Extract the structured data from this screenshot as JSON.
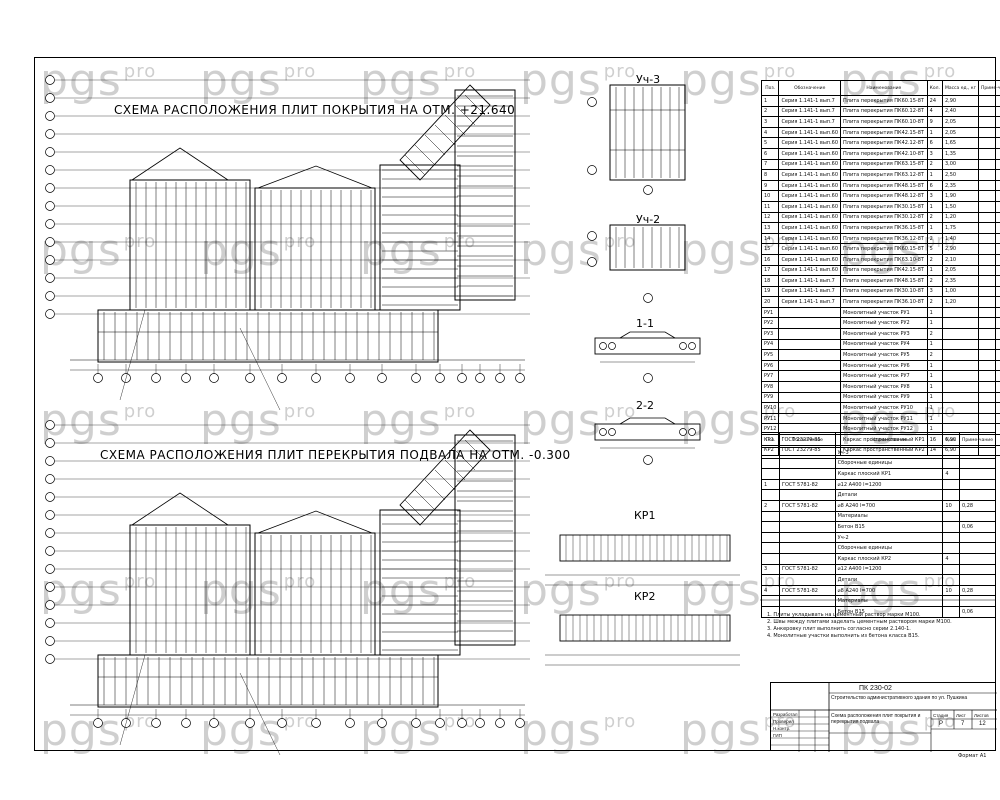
{
  "titles": {
    "roof_plan": "СХЕМА РАСПОЛОЖЕНИЯ ПЛИТ ПОКРЫТИЯ НА ОТМ. +21.640",
    "basement_plan": "СХЕМА РАСПОЛОЖЕНИЯ ПЛИТ ПЕРЕКРЫТИЯ ПОДВАЛА НА ОТМ. -0.300"
  },
  "detail_labels": {
    "uch3": "Уч-3",
    "uch2": "Уч-2",
    "section11": "1-1",
    "section22": "2-2",
    "kr1": "КР1",
    "kr2": "КР2"
  },
  "watermark": {
    "main": "pgs",
    "sup": "pro"
  },
  "spec_table": {
    "headers": [
      "Поз.",
      "Обозначение",
      "Наименование",
      "Кол.",
      "Масса ед., кг",
      "Приме-чание"
    ],
    "rows": [
      [
        "1",
        "Серия 1.141-1 вып.7",
        "Плита перекрытия ПК60.15-8Т",
        "24",
        "2,90"
      ],
      [
        "2",
        "Серия 1.141-1 вып.7",
        "Плита перекрытия ПК60.12-8Т",
        "4",
        "2,40"
      ],
      [
        "3",
        "Серия 1.141-1 вып.7",
        "Плита перекрытия ПК60.10-8Т",
        "9",
        "2,05"
      ],
      [
        "4",
        "Серия 1.141-1 вып.60",
        "Плита перекрытия ПК42.15-8Т",
        "1",
        "2,05"
      ],
      [
        "5",
        "Серия 1.141-1 вып.60",
        "Плита перекрытия ПК42.12-8Т",
        "6",
        "1,65"
      ],
      [
        "6",
        "Серия 1.141-1 вып.60",
        "Плита перекрытия ПК42.10-8Т",
        "3",
        "1,35"
      ],
      [
        "7",
        "Серия 1.141-1 вып.60",
        "Плита перекрытия ПК63.15-8Т",
        "2",
        "3,00"
      ],
      [
        "8",
        "Серия 1.141-1 вып.60",
        "Плита перекрытия ПК63.12-8Т",
        "1",
        "2,50"
      ],
      [
        "9",
        "Серия 1.141-1 вып.60",
        "Плита перекрытия ПК48.15-8Т",
        "6",
        "2,35"
      ],
      [
        "10",
        "Серия 1.141-1 вып.60",
        "Плита перекрытия ПК48.12-8Т",
        "3",
        "1,90"
      ],
      [
        "11",
        "Серия 1.141-1 вып.60",
        "Плита перекрытия ПК30.15-8Т",
        "1",
        "1,50"
      ],
      [
        "12",
        "Серия 1.141-1 вып.60",
        "Плита перекрытия ПК30.12-8Т",
        "2",
        "1,20"
      ],
      [
        "13",
        "Серия 1.141-1 вып.60",
        "Плита перекрытия ПК36.15-8Т",
        "1",
        "1,75"
      ],
      [
        "14",
        "Серия 1.141-1 вып.60",
        "Плита перекрытия ПК36.12-8Т",
        "2",
        "1,40"
      ],
      [
        "15",
        "Серия 1.141-1 вып.60",
        "Плита перекрытия ПК60.15-8Т",
        "5",
        "2,90"
      ],
      [
        "16",
        "Серия 1.141-1 вып.60",
        "Плита перекрытия ПК63.10-8Т",
        "2",
        "2,10"
      ],
      [
        "17",
        "Серия 1.141-1 вып.60",
        "Плита перекрытия ПК42.15-8Т",
        "1",
        "2,05"
      ],
      [
        "18",
        "Серия 1.141-1 вып.7",
        "Плита перекрытия ПК48.15-8Т",
        "2",
        "2,35"
      ],
      [
        "19",
        "Серия 1.141-1 вып.7",
        "Плита перекрытия ПК30.10-8Т",
        "3",
        "1,00"
      ],
      [
        "20",
        "Серия 1.141-1 вып.7",
        "Плита перекрытия ПК36.10-8Т",
        "2",
        "1,20"
      ],
      [
        "РУ1",
        "",
        "Монолитный участок РУ1",
        "1",
        ""
      ],
      [
        "РУ2",
        "",
        "Монолитный участок РУ2",
        "1",
        ""
      ],
      [
        "РУ3",
        "",
        "Монолитный участок РУ3",
        "2",
        ""
      ],
      [
        "РУ4",
        "",
        "Монолитный участок РУ4",
        "1",
        ""
      ],
      [
        "РУ5",
        "",
        "Монолитный участок РУ5",
        "2",
        ""
      ],
      [
        "РУ6",
        "",
        "Монолитный участок РУ6",
        "1",
        ""
      ],
      [
        "РУ7",
        "",
        "Монолитный участок РУ7",
        "1",
        ""
      ],
      [
        "РУ8",
        "",
        "Монолитный участок РУ8",
        "1",
        ""
      ],
      [
        "РУ9",
        "",
        "Монолитный участок РУ9",
        "1",
        ""
      ],
      [
        "РУ10",
        "",
        "Монолитный участок РУ10",
        "1",
        ""
      ],
      [
        "РУ11",
        "",
        "Монолитный участок РУ11",
        "1",
        ""
      ],
      [
        "РУ12",
        "",
        "Монолитный участок РУ12",
        "1",
        ""
      ],
      [
        "КР1",
        "ГОСТ 23279-85",
        "Каркас пространственный КР1",
        "16",
        "6,90"
      ],
      [
        "КР2",
        "ГОСТ 23279-85",
        "Каркас пространственный КР2",
        "14",
        "6,90"
      ]
    ]
  },
  "rebar_table": {
    "headers": [
      "Поз.",
      "Обозначение",
      "Наименование",
      "Кол.",
      "Приме-чание"
    ],
    "rows": [
      [
        "",
        "",
        "Уч-3",
        "",
        ""
      ],
      [
        "",
        "",
        "Сборочные единицы",
        "",
        ""
      ],
      [
        "",
        "",
        "Каркас плоский КР1",
        "4",
        ""
      ],
      [
        "1",
        "ГОСТ 5781-82",
        "⌀12 А400 l=1200",
        "",
        ""
      ],
      [
        "",
        "",
        "Детали",
        "",
        ""
      ],
      [
        "2",
        "ГОСТ 5781-82",
        "⌀8 А240 l=700",
        "10",
        "0,28"
      ],
      [
        "",
        "",
        "Материалы",
        "",
        ""
      ],
      [
        "",
        "",
        "Бетон В15",
        "",
        "0,06"
      ],
      [
        "",
        "",
        "Уч-2",
        "",
        ""
      ],
      [
        "",
        "",
        "Сборочные единицы",
        "",
        ""
      ],
      [
        "",
        "",
        "Каркас плоский КР2",
        "4",
        ""
      ],
      [
        "3",
        "ГОСТ 5781-82",
        "⌀12 А400 l=1200",
        "",
        ""
      ],
      [
        "",
        "",
        "Детали",
        "",
        ""
      ],
      [
        "4",
        "ГОСТ 5781-82",
        "⌀8 А240 l=700",
        "10",
        "0,28"
      ],
      [
        "",
        "",
        "Материалы",
        "",
        ""
      ],
      [
        "",
        "",
        "Бетон В15",
        "",
        "0,06"
      ]
    ]
  },
  "notes": [
    "1. Плиты укладывать на цементный раствор марки М100.",
    "2. Швы между плитами заделать цементным раствором марки М100.",
    "3. Анкеровку плит выполнить согласно серии 2.140-1.",
    "4. Монолитные участки выполнить из бетона класса В15."
  ],
  "stamp": {
    "code": "ПК 230-02",
    "project": "Строительство административного здания по ул. Пушкина",
    "sheet_title": "Схема расположения плит покрытия и перекрытия подвала",
    "stage_label": "Стадия",
    "sheet_label": "Лист",
    "sheets_label": "Листов",
    "stage": "Р",
    "sheet": "7",
    "sheets": "12",
    "roles": [
      "Разработал",
      "Проверил",
      "Н.контр.",
      "ГИП"
    ],
    "format": "Формат А1"
  },
  "colors": {
    "line": "#000000",
    "watermark": "#cfcfcf",
    "paper": "#ffffff"
  }
}
